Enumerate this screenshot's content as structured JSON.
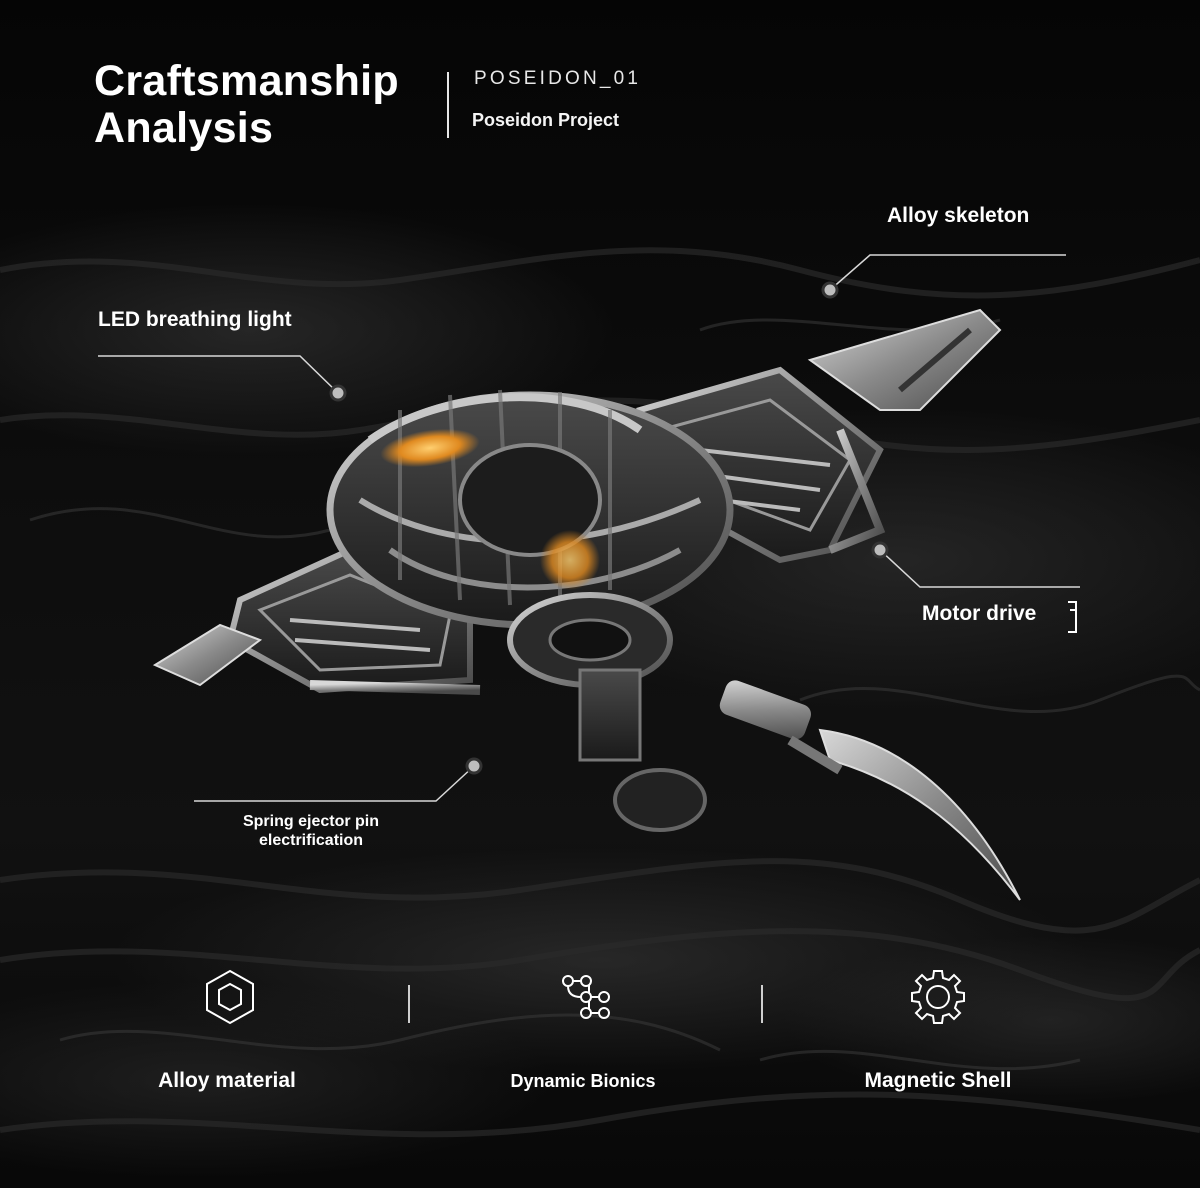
{
  "header": {
    "title_line1": "Craftsmanship",
    "title_line2": "Analysis",
    "code": "POSEIDON_01",
    "project": "Poseidon Project"
  },
  "callouts": {
    "alloy_skeleton": "Alloy skeleton",
    "led_light": "LED breathing light",
    "motor_drive": "Motor drive",
    "spring_pin_line1": "Spring ejector pin",
    "spring_pin_line2": "electrification"
  },
  "features": [
    {
      "label": "Alloy material",
      "icon": "hexagon-nut-icon"
    },
    {
      "label": "Dynamic Bionics",
      "icon": "bionic-links-icon"
    },
    {
      "label": "Magnetic Shell",
      "icon": "gear-icon"
    }
  ],
  "colors": {
    "background": "#0a0a0a",
    "text": "#ffffff",
    "accent_glow": "#f0a030",
    "metal": "#a8a8a8"
  }
}
